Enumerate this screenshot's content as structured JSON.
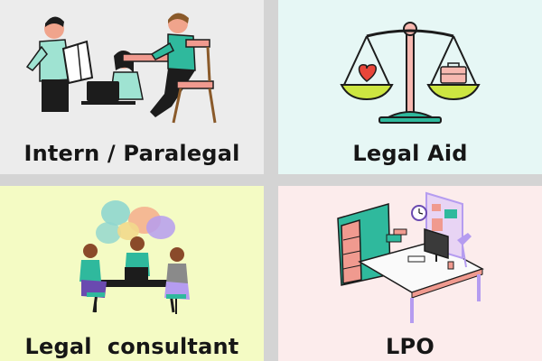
{
  "tiles": [
    {
      "label": "Intern / Paralegal",
      "bg": "#ececec"
    },
    {
      "label": "Legal Aid",
      "bg": "#e6f7f5"
    },
    {
      "label": "Legal  consultant",
      "bg": "#f4fbc4"
    },
    {
      "label": "LPO",
      "bg": "#fcecec"
    }
  ],
  "icons": {
    "tile1": "intern-paralegal-illustration",
    "tile2": "scales-of-justice-icon",
    "tile3": "team-discussion-illustration",
    "tile4": "office-desk-illustration"
  },
  "colors": {
    "accent_green": "#2fb99d",
    "dark": "#161616",
    "pink": "#f09a8f",
    "lime": "#cde641",
    "purple": "#b59cf0"
  }
}
